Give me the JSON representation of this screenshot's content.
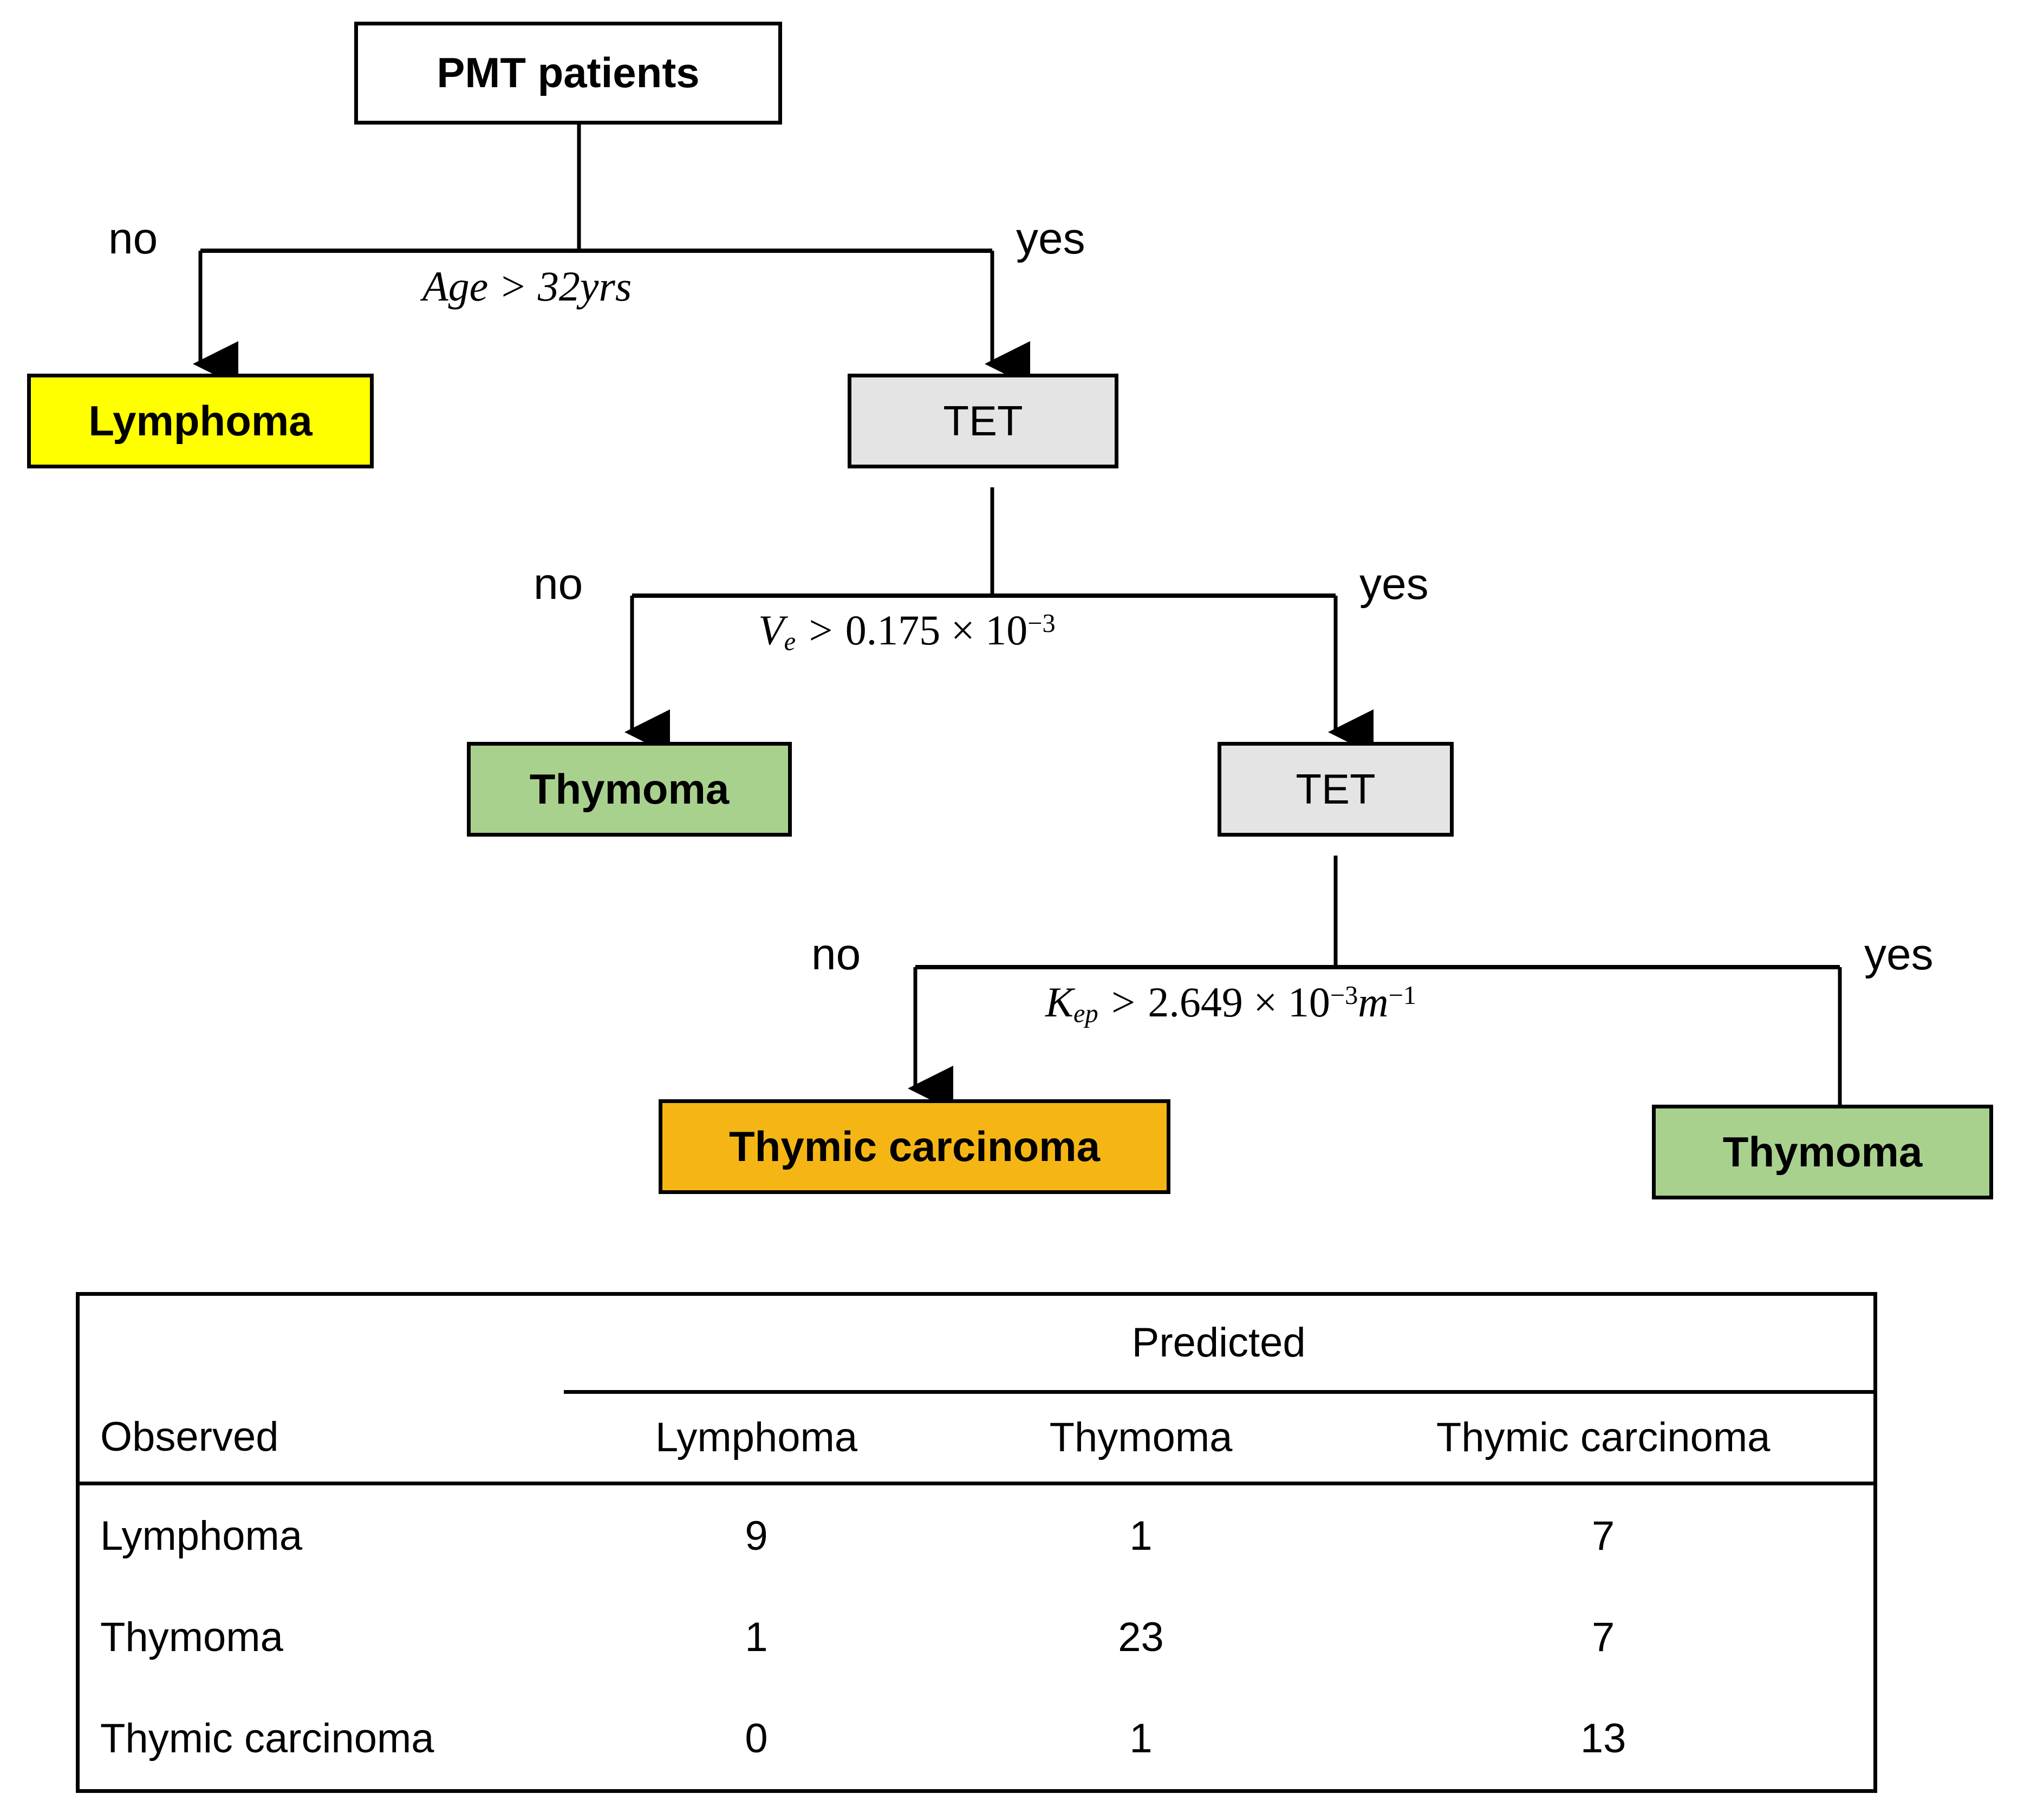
{
  "figure": {
    "type": "decision-tree-with-confusion-matrix"
  },
  "colors": {
    "lymphoma": "#FFFF00",
    "thymoma": "#A9D18E",
    "thymic_carcinoma": "#F5B615",
    "internal_node": "#E4E4E4",
    "root_node": "#FFFFFF",
    "stroke": "#000000"
  },
  "tree": {
    "root": {
      "label": "PMT patients"
    },
    "splits": [
      {
        "id": "split-age",
        "condition_plain": "Age > 32yrs",
        "variable": "Age",
        "operator": ">",
        "threshold": "32yrs",
        "no_label": "no",
        "yes_label": "yes"
      },
      {
        "id": "split-ve",
        "condition_plain": "Ve > 0.175 × 10-3",
        "variable": "V",
        "subscript": "e",
        "operator": ">",
        "coefficient": "0.175",
        "times": "×",
        "base": "10",
        "exponent": "−3",
        "no_label": "no",
        "yes_label": "yes"
      },
      {
        "id": "split-kep",
        "condition_plain": "Kep > 2.649 × 10-3 m-1",
        "variable": "K",
        "subscript": "ep",
        "operator": ">",
        "coefficient": "2.649",
        "times": "×",
        "base": "10",
        "exponent": "−3",
        "unit": "m",
        "unit_exponent": "−1",
        "no_label": "no",
        "yes_label": "yes"
      }
    ],
    "internal_nodes": [
      {
        "id": "tet-1",
        "label": "TET"
      },
      {
        "id": "tet-2",
        "label": "TET"
      }
    ],
    "leaves": [
      {
        "id": "leaf-lymphoma",
        "label": "Lymphoma",
        "color": "#FFFF00"
      },
      {
        "id": "leaf-thymoma-1",
        "label": "Thymoma",
        "color": "#A9D18E"
      },
      {
        "id": "leaf-thymic-carcinoma",
        "label": "Thymic carcinoma",
        "color": "#F5B615"
      },
      {
        "id": "leaf-thymoma-2",
        "label": "Thymoma",
        "color": "#A9D18E"
      }
    ]
  },
  "chart_data": {
    "type": "table",
    "title": "",
    "group_header": "Predicted",
    "row_header": "Observed",
    "categories": [
      "Lymphoma",
      "Thymoma",
      "Thymic carcinoma"
    ],
    "columns": [
      "Observed",
      "Lymphoma",
      "Thymoma",
      "Thymic carcinoma"
    ],
    "rows": [
      {
        "observed": "Lymphoma",
        "values": [
          9,
          1,
          7
        ]
      },
      {
        "observed": "Thymoma",
        "values": [
          1,
          23,
          7
        ]
      },
      {
        "observed": "Thymic carcinoma",
        "values": [
          0,
          1,
          13
        ]
      }
    ],
    "cells": {
      "r0c0": "9",
      "r0c1": "1",
      "r0c2": "7",
      "r1c0": "1",
      "r1c1": "23",
      "r1c2": "7",
      "r2c0": "0",
      "r2c1": "1",
      "r2c2": "13"
    }
  }
}
